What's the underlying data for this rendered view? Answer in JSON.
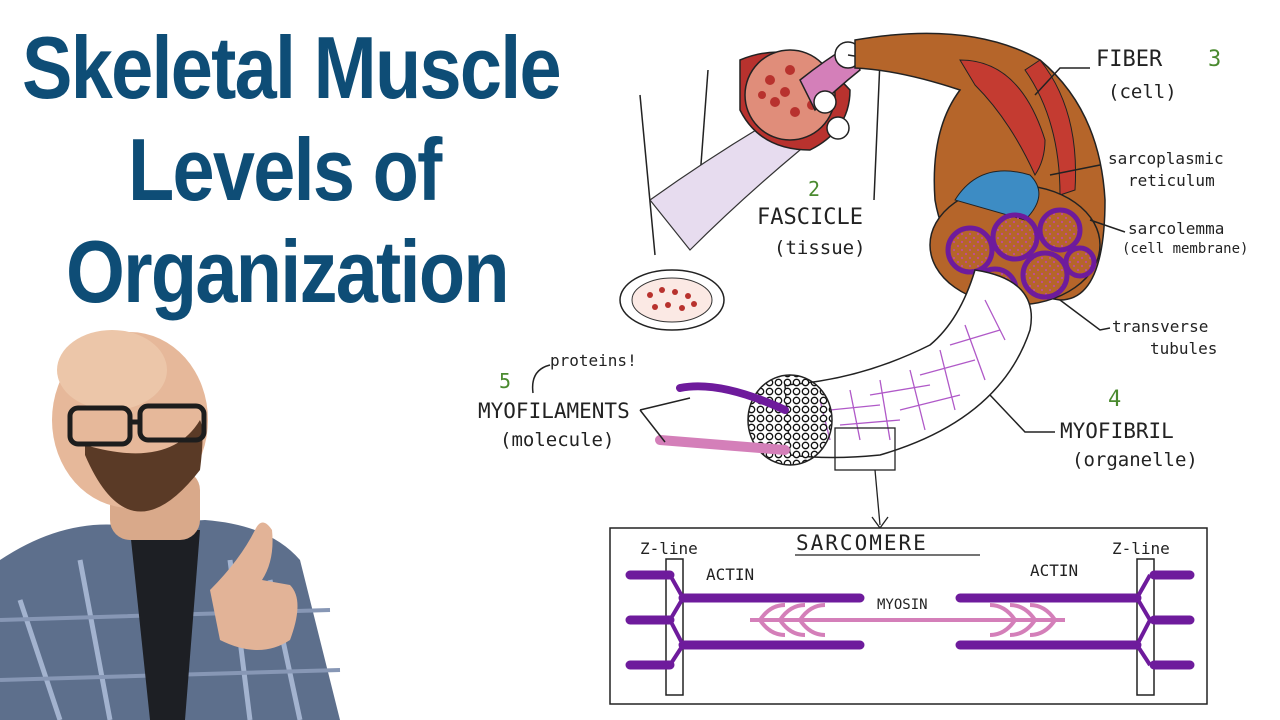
{
  "title": {
    "line1": "Skeletal Muscle",
    "line2": "Levels of",
    "line3": "Organization"
  },
  "labels": {
    "fiber": "FIBER",
    "fiber_num": "3",
    "fiber_sub": "(cell)",
    "fascicle_num": "2",
    "fascicle": "FASCICLE",
    "fascicle_sub": "(tissue)",
    "sr_line1": "sarcoplasmic",
    "sr_line2": "reticulum",
    "sarcolemma": "sarcolemma",
    "sarcolemma_sub": "(cell membrane)",
    "tt_line1": "transverse",
    "tt_line2": "tubules",
    "myofibril_num": "4",
    "myofibril": "MYOFIBRIL",
    "myofibril_sub": "(organelle)",
    "myofilaments_num": "5",
    "proteins": "proteins!",
    "myofilaments": "MYOFILAMENTS",
    "myofilaments_sub": "(molecule)"
  },
  "sarcomere": {
    "title": "SARCOMERE",
    "zline_left": "Z-line",
    "zline_right": "Z-line",
    "actin_left": "ACTIN",
    "actin_right": "ACTIN",
    "myosin": "MYOSIN"
  },
  "colors": {
    "title": "#0e4d76",
    "muscle_red": "#b8322e",
    "fiber_brown": "#b5652a",
    "fascicle_pink": "#d47fb9",
    "purple": "#6e1b9c",
    "sr_blue": "#3d8cc4",
    "number_green": "#4a8a2f"
  }
}
